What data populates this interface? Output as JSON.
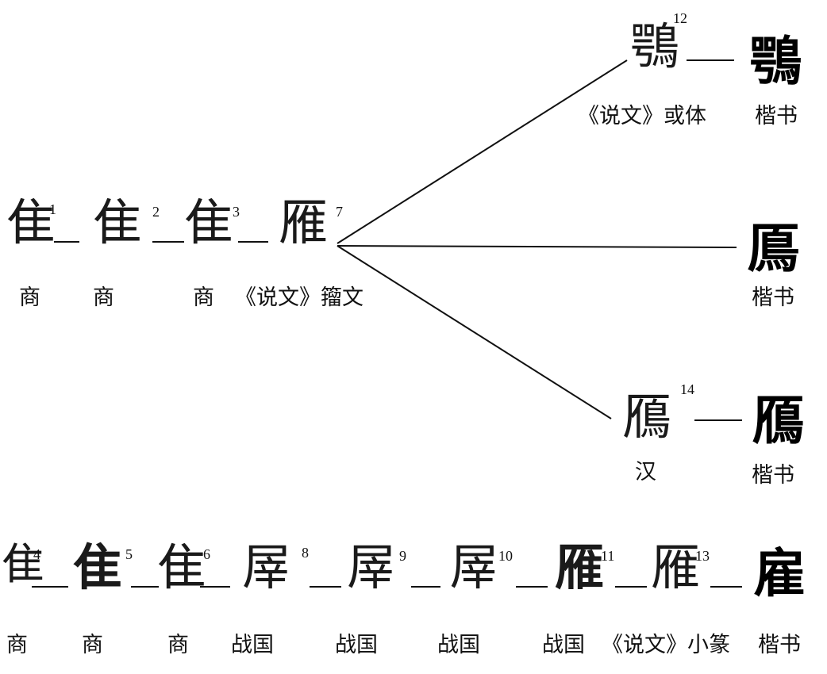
{
  "top_row": {
    "chars": [
      {
        "glyph": "隹",
        "num": "1",
        "caption": "商"
      },
      {
        "glyph": "隹",
        "num": "2",
        "caption": "商"
      },
      {
        "glyph": "隹",
        "num": "3",
        "caption": "商"
      },
      {
        "glyph": "雁",
        "num": "7",
        "caption": "《说文》籀文"
      }
    ]
  },
  "branches": {
    "upper": {
      "ancient": "鶚",
      "num": "12",
      "ancient_caption": "《说文》或体",
      "kai": "鶚",
      "kai_caption": "楷书"
    },
    "middle": {
      "kai": "鳫",
      "kai_caption": "楷书"
    },
    "lower": {
      "ancient": "鴈",
      "num": "14",
      "ancient_caption": "汉",
      "kai": "鴈",
      "kai_caption": "楷书"
    }
  },
  "bottom_row": {
    "chars": [
      {
        "glyph": "隹",
        "num": "4",
        "caption": "商"
      },
      {
        "glyph": "隹",
        "num": "5",
        "caption": "商"
      },
      {
        "glyph": "隹",
        "num": "6",
        "caption": "商"
      },
      {
        "glyph": "屖",
        "num": "8",
        "caption": "战国"
      },
      {
        "glyph": "屖",
        "num": "9",
        "caption": "战国"
      },
      {
        "glyph": "屖",
        "num": "10",
        "caption": "战国"
      },
      {
        "glyph": "雁",
        "num": "11",
        "caption": "战国"
      },
      {
        "glyph": "雁",
        "num": "13",
        "caption": "《说文》小篆"
      }
    ],
    "final": {
      "glyph": "雇",
      "caption": "楷书"
    }
  }
}
